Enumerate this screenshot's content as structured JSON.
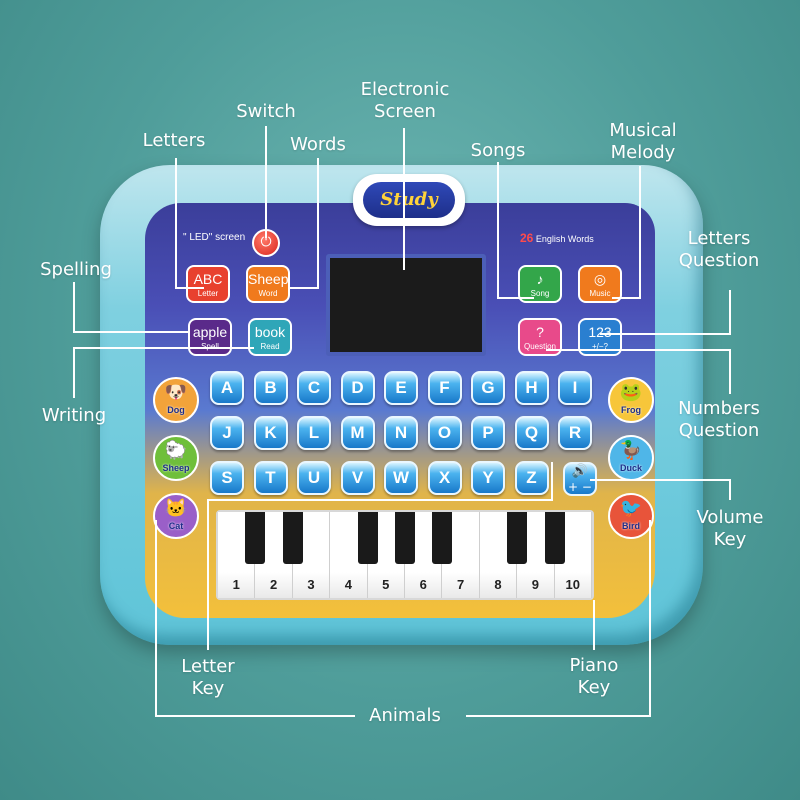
{
  "callouts": {
    "electronic_screen": "Electronic\nScreen",
    "switch": "Switch",
    "letters": "Letters",
    "words": "Words",
    "songs": "Songs",
    "musical_melody": "Musical\nMelody",
    "spelling": "Spelling",
    "letters_question": "Letters\nQuestion",
    "writing": "Writing",
    "numbers_question": "Numbers\nQuestion",
    "volume_key": "Volume\nKey",
    "letter_key": "Letter\nKey",
    "piano_key": "Piano\nKey",
    "animals": "Animals"
  },
  "device": {
    "brand": "Study",
    "led_label": "\" LED\" screen",
    "words_count": "26",
    "words_label": "English Words",
    "power_icon": "power-icon",
    "function_buttons": [
      {
        "id": "letter",
        "label": "Letter",
        "icon": "ABC",
        "color": "#e8412e"
      },
      {
        "id": "word",
        "label": "Word",
        "icon": "Sheep",
        "color": "#f07a1d"
      },
      {
        "id": "spell",
        "label": "Spell",
        "icon": "apple",
        "color": "#5a2a8a"
      },
      {
        "id": "read",
        "label": "Read",
        "icon": "book",
        "color": "#2fa6b8"
      },
      {
        "id": "song",
        "label": "Song",
        "icon": "♪",
        "color": "#33a64a"
      },
      {
        "id": "music",
        "label": "Music",
        "icon": "◎",
        "color": "#f07a1d"
      },
      {
        "id": "question",
        "label": "Question",
        "icon": "?",
        "color": "#e84a8a"
      },
      {
        "id": "math",
        "label": "+/−?",
        "icon": "123",
        "color": "#2a7fd0"
      }
    ],
    "letter_rows": [
      [
        "A",
        "B",
        "C",
        "D",
        "E",
        "F",
        "G",
        "H",
        "I"
      ],
      [
        "J",
        "K",
        "L",
        "M",
        "N",
        "O",
        "P",
        "Q",
        "R"
      ],
      [
        "S",
        "T",
        "U",
        "V",
        "W",
        "X",
        "Y",
        "Z"
      ]
    ],
    "volume_icon": "speaker-icon",
    "volume_text": "+ −",
    "animals_left": [
      {
        "name": "Dog",
        "color": "#f2a33a",
        "face": "🐶"
      },
      {
        "name": "Sheep",
        "color": "#6fbf3a",
        "face": "🐑"
      },
      {
        "name": "Cat",
        "color": "#9a5fc8",
        "face": "🐱"
      }
    ],
    "animals_right": [
      {
        "name": "Frog",
        "color": "#f7c63a",
        "face": "🐸"
      },
      {
        "name": "Duck",
        "color": "#4fb6e8",
        "face": "🦆"
      },
      {
        "name": "Bird",
        "color": "#e8543a",
        "face": "🐦"
      }
    ],
    "piano_keys": [
      "1",
      "2",
      "3",
      "4",
      "5",
      "6",
      "7",
      "8",
      "9",
      "10"
    ]
  }
}
